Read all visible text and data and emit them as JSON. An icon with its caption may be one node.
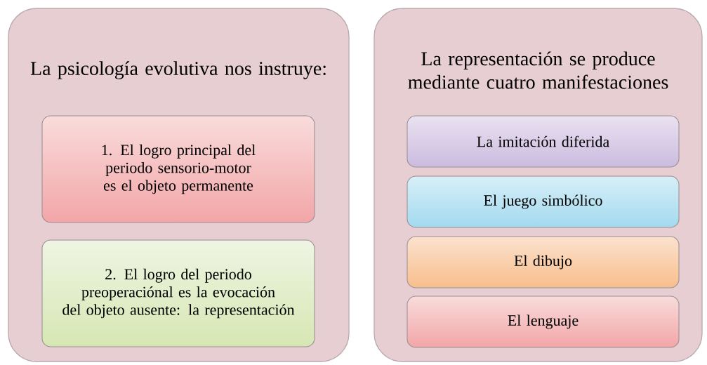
{
  "diagram": {
    "nodes": [
      {
        "text": [
          "La psicología evolutiva nos instruye:"
        ]
      },
      {
        "text": [
          "1. El logro principal del periodo sensorio-motor es el objeto permanente"
        ],
        "in": 0
      },
      {
        "text": [
          "2. El logro del periodo preoperaciónal es la evocación del objeto ausente: la representación"
        ],
        "in": 0
      },
      {
        "text": [
          "La representación se produce mediante cuatro manifestaciones"
        ]
      },
      {
        "text": [
          "La imitación diferida"
        ],
        "in": 3
      },
      {
        "text": [
          "El juego simbólico"
        ],
        "in": 3
      },
      {
        "text": [
          "El dibujo"
        ],
        "in": 3
      },
      {
        "text": [
          "El lenguaje"
        ],
        "in": 3
      }
    ]
  }
}
